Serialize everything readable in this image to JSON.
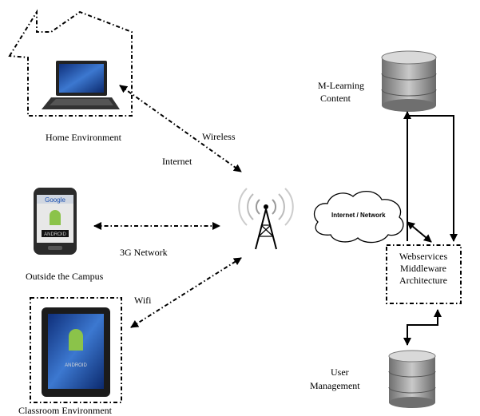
{
  "labels": {
    "home": "Home Environment",
    "wireless": "Wireless",
    "internet": "Internet",
    "network_3g": "3G Network",
    "outside": "Outside the Campus",
    "wifi": "Wifi",
    "classroom": "Classroom Environment",
    "mlearning_line1": "M-Learning",
    "mlearning_line2": "Content",
    "cloud": "Internet / Network",
    "middleware_line1": "Webservices",
    "middleware_line2": "Middleware",
    "middleware_line3": "Architecture",
    "user_line1": "User",
    "user_line2": "Management"
  },
  "device_text": {
    "phone_brand": "Google",
    "phone_os": "ANDROID",
    "tablet_os": "ANDROID"
  },
  "colors": {
    "stroke": "#000000",
    "db_fill": "#8a8a8a",
    "screen_blue": "#1f4fa8",
    "android_green": "#8bc34a"
  }
}
